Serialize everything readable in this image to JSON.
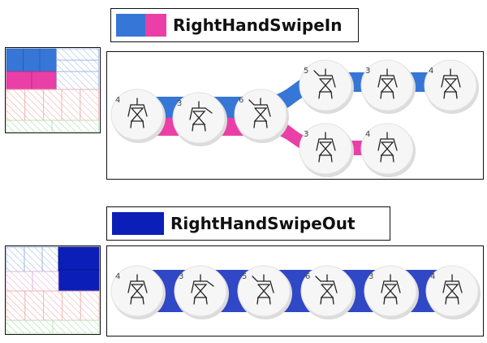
{
  "colors": {
    "blue": "#3676d6",
    "pink": "#e93fa7",
    "navy": "#0b1fb8",
    "lane_navy": "#3047c6"
  },
  "gestures": [
    {
      "id": "swipe-in",
      "title": "RightHandSwipeIn",
      "swatches": [
        "#3676d6",
        "#e93fa7"
      ],
      "branches": [
        {
          "color": "#3676d6",
          "poses": [
            "4",
            "3",
            "6",
            "5",
            "3",
            "4"
          ]
        },
        {
          "color": "#e93fa7",
          "poses": [
            "4",
            "3",
            "6",
            "3",
            "4"
          ]
        }
      ]
    },
    {
      "id": "swipe-out",
      "title": "RightHandSwipeOut",
      "swatches": [
        "#0b1fb8"
      ],
      "branches": [
        {
          "color": "#3047c6",
          "poses": [
            "4",
            "3",
            "5",
            "6",
            "3",
            "4"
          ]
        }
      ]
    }
  ],
  "pose_icon": "stick-figure-pose-icon"
}
